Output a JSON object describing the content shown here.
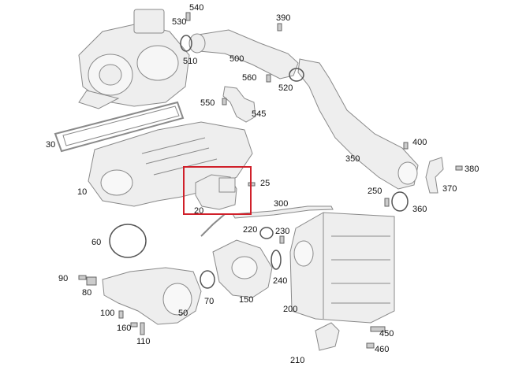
{
  "diagram": {
    "highlight_color": "#d0202a",
    "part_fill": "#eeeeee",
    "part_stroke": "#8a8a8a",
    "labels": [
      {
        "id": "540",
        "text": "540"
      },
      {
        "id": "530",
        "text": "530"
      },
      {
        "id": "510",
        "text": "510"
      },
      {
        "id": "390",
        "text": "390"
      },
      {
        "id": "500",
        "text": "500"
      },
      {
        "id": "560",
        "text": "560"
      },
      {
        "id": "520",
        "text": "520"
      },
      {
        "id": "550",
        "text": "550"
      },
      {
        "id": "545",
        "text": "545"
      },
      {
        "id": "30",
        "text": "30"
      },
      {
        "id": "400",
        "text": "400"
      },
      {
        "id": "350",
        "text": "350"
      },
      {
        "id": "380",
        "text": "380"
      },
      {
        "id": "370",
        "text": "370"
      },
      {
        "id": "10",
        "text": "10"
      },
      {
        "id": "25",
        "text": "25"
      },
      {
        "id": "20",
        "text": "20"
      },
      {
        "id": "250",
        "text": "250"
      },
      {
        "id": "300",
        "text": "300"
      },
      {
        "id": "360",
        "text": "360"
      },
      {
        "id": "220",
        "text": "220"
      },
      {
        "id": "230",
        "text": "230"
      },
      {
        "id": "60",
        "text": "60"
      },
      {
        "id": "90",
        "text": "90"
      },
      {
        "id": "80",
        "text": "80"
      },
      {
        "id": "70",
        "text": "70"
      },
      {
        "id": "150",
        "text": "150"
      },
      {
        "id": "240",
        "text": "240"
      },
      {
        "id": "200",
        "text": "200"
      },
      {
        "id": "100",
        "text": "100"
      },
      {
        "id": "50",
        "text": "50"
      },
      {
        "id": "160",
        "text": "160"
      },
      {
        "id": "110",
        "text": "110"
      },
      {
        "id": "450",
        "text": "450"
      },
      {
        "id": "460",
        "text": "460"
      },
      {
        "id": "210",
        "text": "210"
      }
    ]
  }
}
